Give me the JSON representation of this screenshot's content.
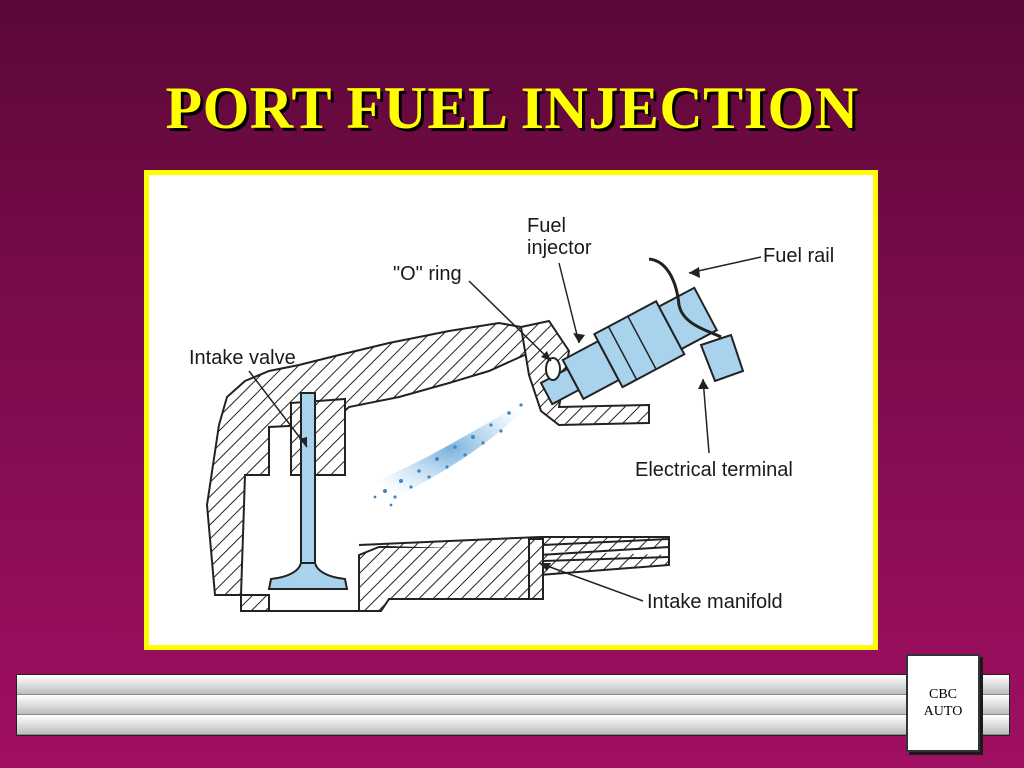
{
  "slide": {
    "title": "PORT FUEL INJECTION"
  },
  "diagram": {
    "labels": {
      "fuel_injector": "Fuel injector",
      "fuel_rail": "Fuel rail",
      "o_ring": "\"O\" ring",
      "intake_valve": "Intake valve",
      "electrical_terminal": "Electrical terminal",
      "intake_manifold": "Intake manifold"
    }
  },
  "logo": {
    "line1": "CBC",
    "line2": "AUTO"
  },
  "colors": {
    "background": "#7d0c4c",
    "title": "#ffff00",
    "frame_border": "#ffff00",
    "valve_blue": "#a9d3ec"
  }
}
